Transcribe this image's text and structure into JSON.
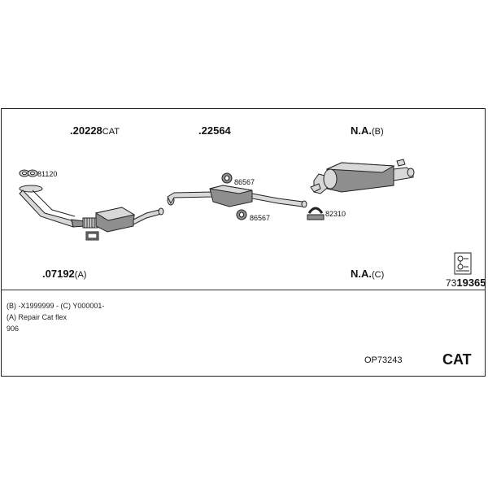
{
  "parts": {
    "cat_left": {
      "prefix": ".",
      "main": "20228",
      "suffix": "CAT"
    },
    "middle": {
      "prefix": ".",
      "main": "22564",
      "suffix": ""
    },
    "rear": {
      "prefix": "",
      "main": "N.A.",
      "suffix": "(B)"
    },
    "front_pipe": {
      "prefix": ".",
      "main": "07192",
      "suffix": "(A)"
    },
    "rear_c": {
      "prefix": "",
      "main": "N.A.",
      "suffix": "(C)"
    },
    "kit": {
      "prefix": "73",
      "main": "19365",
      "suffix": ""
    }
  },
  "small_parts": {
    "gasket": "81120",
    "hanger_top": "86567",
    "hanger_bottom": "86567",
    "clamp": "82310"
  },
  "notes": {
    "line1": "(B) -X1999999 - (C) Y000001-",
    "line2": "(A) Repair Cat flex",
    "line3": "906"
  },
  "footer": {
    "code": "OP73243",
    "badge": "CAT"
  },
  "icons": {
    "kit": "fastener-kit-icon"
  }
}
